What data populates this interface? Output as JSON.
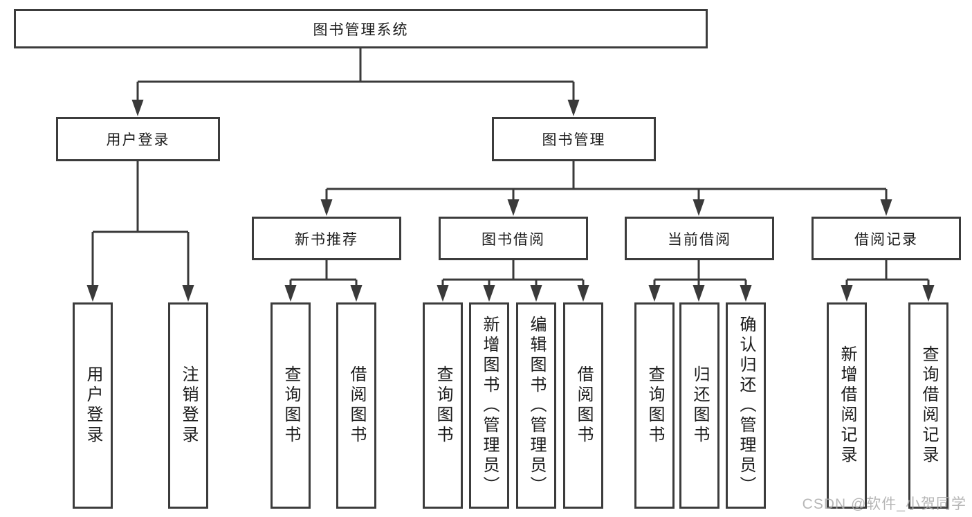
{
  "diagram_title": "图书管理系统",
  "nodes": {
    "root": "图书管理系统",
    "branch_user": "用户登录",
    "branch_book": "图书管理",
    "group_new": "新书推荐",
    "group_borrow": "图书借阅",
    "group_current": "当前借阅",
    "group_record": "借阅记录",
    "leaf_user_login": "用户登录",
    "leaf_user_logout": "注销登录",
    "leaf_new_query": "查询图书",
    "leaf_new_borrow": "借阅图书",
    "leaf_bor_query": "查询图书",
    "leaf_bor_add": "新增图书（管理员）",
    "leaf_bor_edit": "编辑图书（管理员）",
    "leaf_bor_borrow": "借阅图书",
    "leaf_cur_query": "查询图书",
    "leaf_cur_return": "归还图书",
    "leaf_cur_confirm": "确认归还（管理员）",
    "leaf_rec_add": "新增借阅记录",
    "leaf_rec_query": "查询借阅记录"
  },
  "hierarchy": {
    "图书管理系统": {
      "用户登录": [
        "用户登录",
        "注销登录"
      ],
      "图书管理": {
        "新书推荐": [
          "查询图书",
          "借阅图书"
        ],
        "图书借阅": [
          "查询图书",
          "新增图书（管理员）",
          "编辑图书（管理员）",
          "借阅图书"
        ],
        "当前借阅": [
          "查询图书",
          "归还图书",
          "确认归还（管理员）"
        ],
        "借阅记录": [
          "新增借阅记录",
          "查询借阅记录"
        ]
      }
    }
  },
  "watermark": "CSDN @软件_小贺同学",
  "colors": {
    "line": "#3a3a3a",
    "box_border": "#3c3c3c",
    "text": "#1b1b1b",
    "watermark": "#aaaaaa",
    "background": "#ffffff"
  }
}
